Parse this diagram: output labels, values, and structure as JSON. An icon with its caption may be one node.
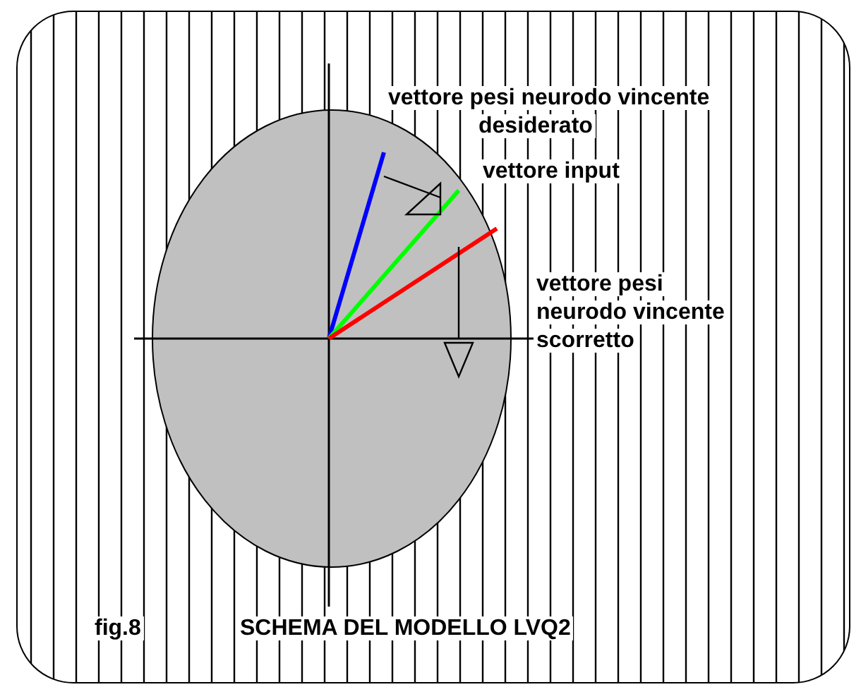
{
  "diagram": {
    "caption": "SCHEMA DEL MODELLO LVQ2",
    "labels": [
      "vettore pesi neurodo vincente desiderato",
      "vettore input",
      "vettore pesi neurodo vincente scorretto",
      "fig.8"
    ]
  }
}
